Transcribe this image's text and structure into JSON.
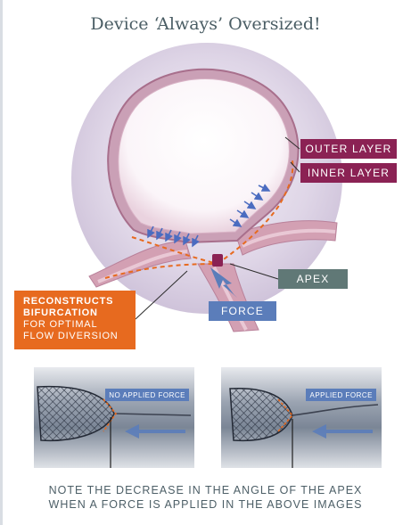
{
  "title": "Device ‘Always’ Oversized!",
  "labels": {
    "outer_layer": "OUTER LAYER",
    "inner_layer": "INNER LAYER",
    "apex": "APEX",
    "force": "FORCE"
  },
  "callout": {
    "line1": "RECONSTRUCTS",
    "line2": "BIFURCATION",
    "line3": "FOR OPTIMAL",
    "line4": "FLOW DIVERSION"
  },
  "photos": {
    "left_tag": "NO APPLIED FORCE",
    "right_tag": "APPLIED FORCE"
  },
  "note": {
    "line1": "NOTE THE DECREASE IN THE ANGLE OF THE APEX",
    "line2": "WHEN A FORCE IS APPLIED IN THE ABOVE IMAGES"
  },
  "colors": {
    "plum": "#8b2254",
    "orange": "#e76a1f",
    "force_blue": "#5b7dba",
    "apex_gray": "#607876",
    "vessel_pink": "#d8a8b9",
    "background_circle": "#d9cfe0"
  }
}
